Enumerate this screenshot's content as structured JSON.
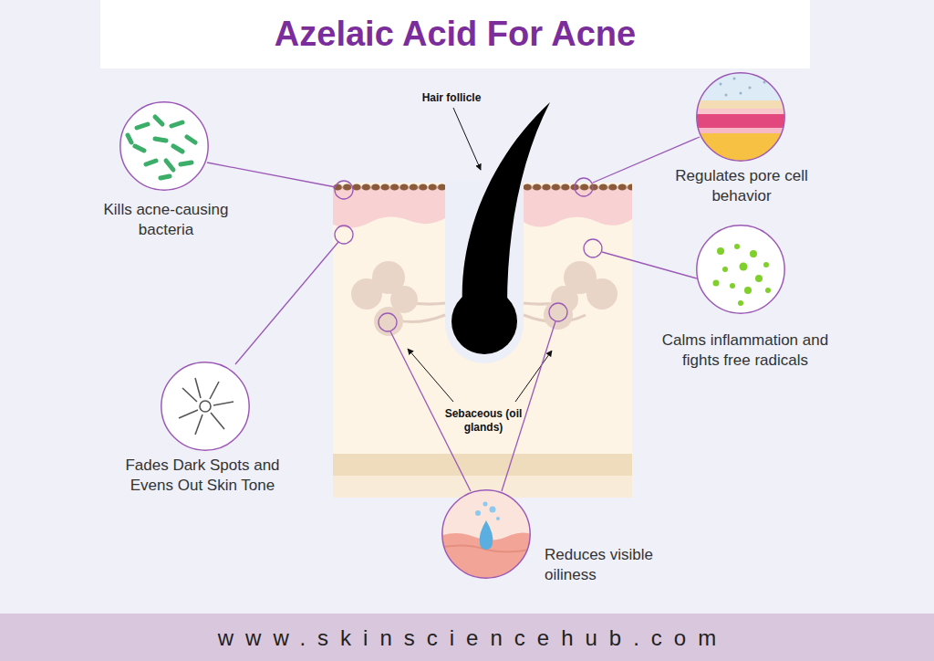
{
  "diagram": {
    "title": "Azelaic Acid For Acne",
    "nodes": [
      {
        "text": [
          "Kills acne-causing bacteria"
        ]
      },
      {
        "text": [
          "Regulates pore cell behavior"
        ]
      },
      {
        "text": [
          "Calms inflammation and fights free radicals"
        ]
      },
      {
        "text": [
          "Fades Dark Spots and Evens Out Skin Tone"
        ]
      },
      {
        "text": [
          "Reduces visible oiliness"
        ]
      }
    ],
    "labels": [
      "Hair follicle",
      "Sebaceous (oil glands)",
      "www.skinsciencehub.com"
    ]
  }
}
